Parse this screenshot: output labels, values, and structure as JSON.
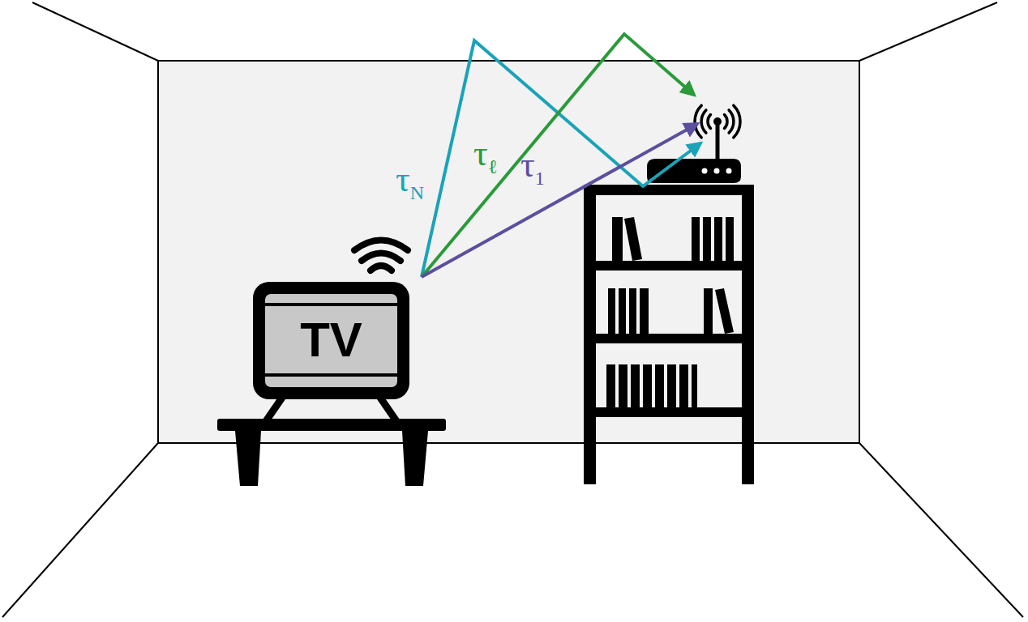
{
  "diagram": {
    "nodes": [
      {
        "text": [
          "TV"
        ]
      }
    ],
    "labels": [
      "τN",
      "τℓ",
      "τ1"
    ]
  }
}
